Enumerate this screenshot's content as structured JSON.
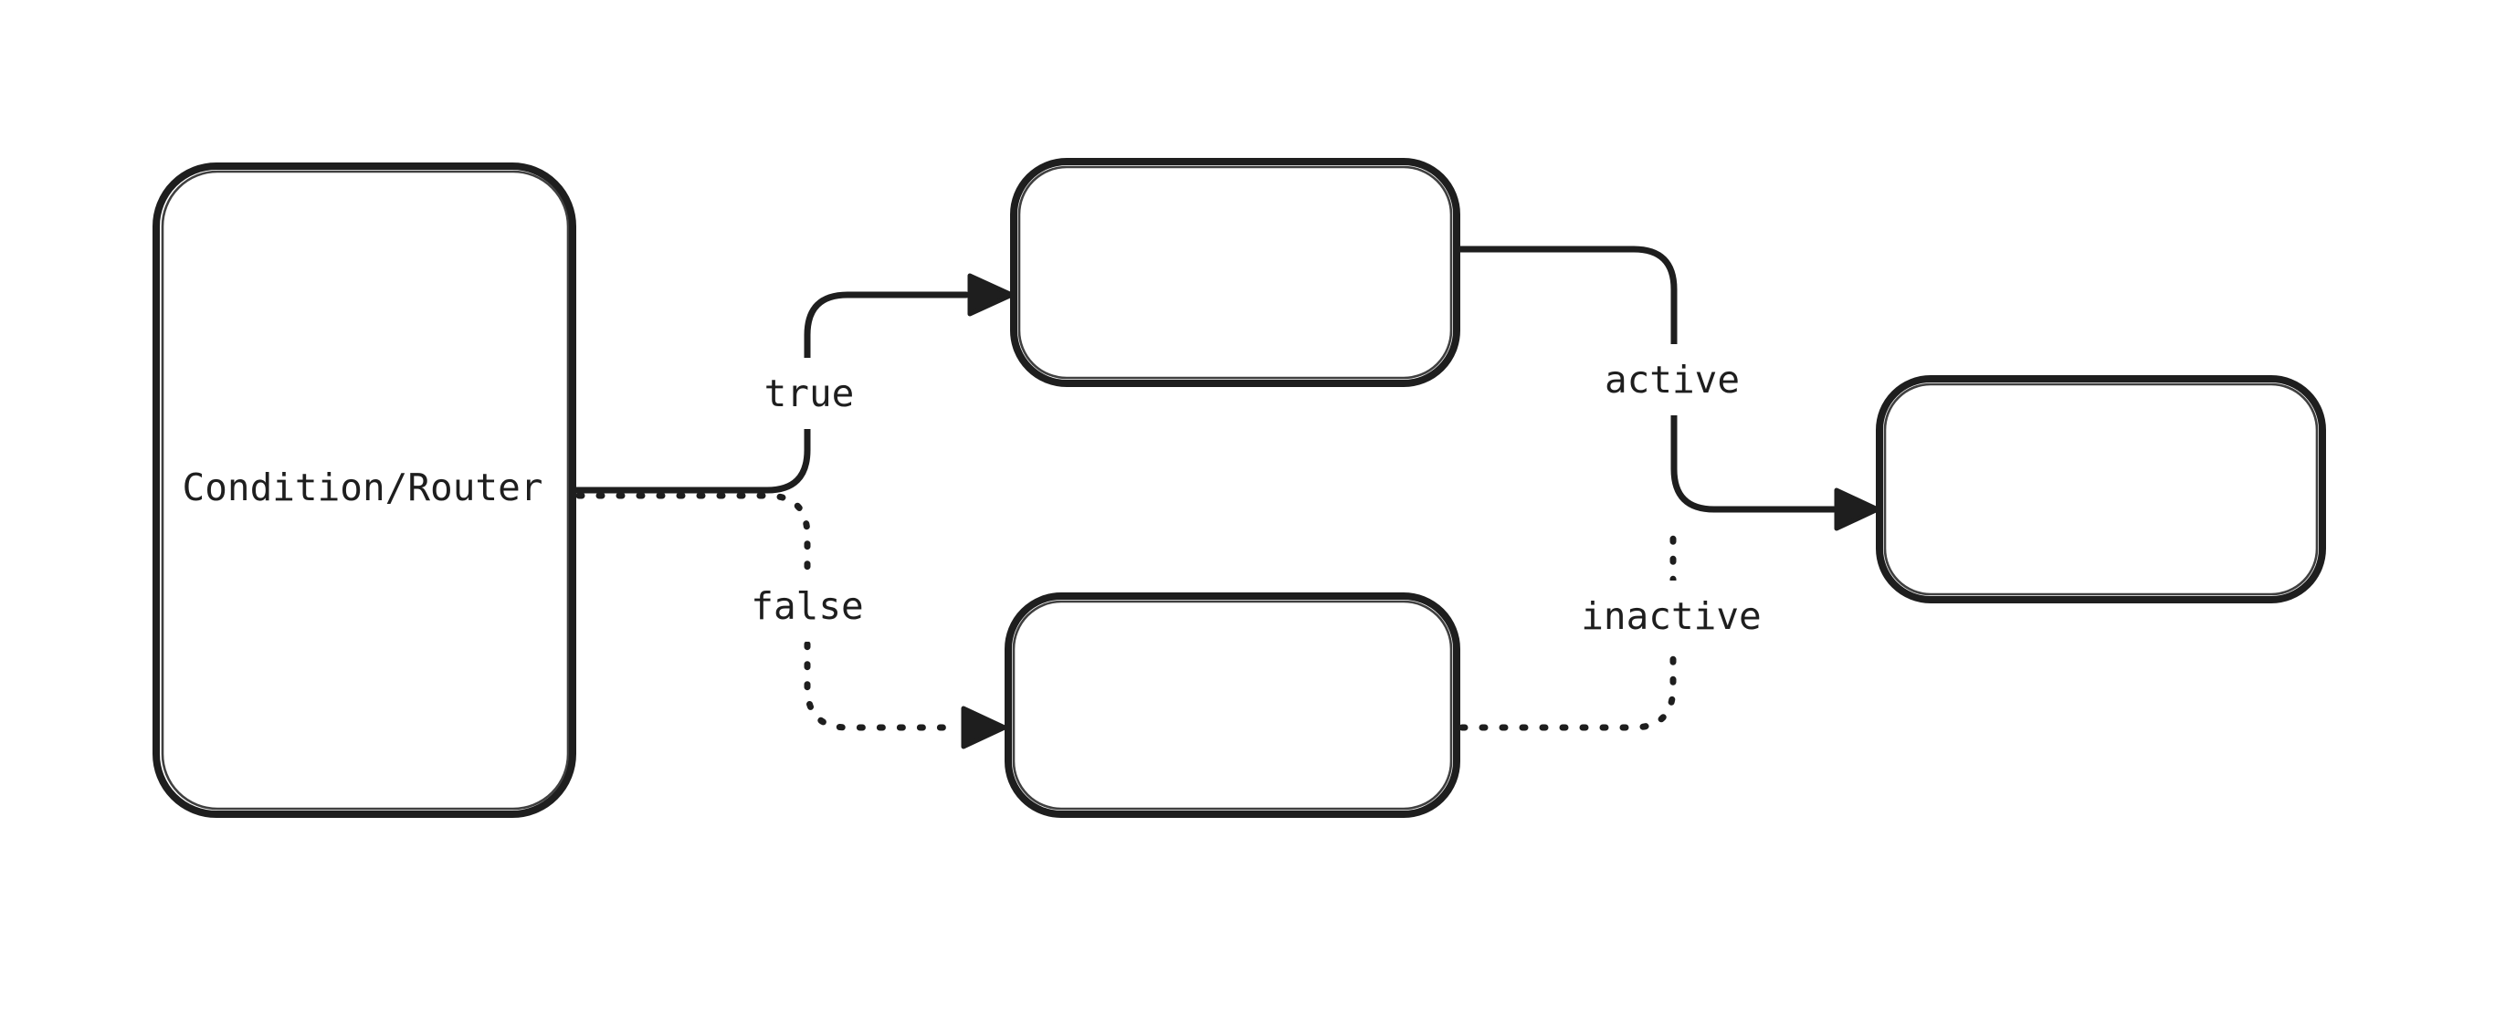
{
  "diagram": {
    "background": "#ffffff",
    "ink": "#1e1e1e",
    "nodes": {
      "condition_router": {
        "label": "Condition/Router"
      },
      "true_target": {
        "label": ""
      },
      "false_target": {
        "label": ""
      },
      "merge_target": {
        "label": ""
      }
    },
    "edges": {
      "true_edge": {
        "label": "true",
        "style": "solid"
      },
      "false_edge": {
        "label": "false",
        "style": "dotted"
      },
      "active_edge": {
        "label": "active",
        "style": "solid"
      },
      "inactive_edge": {
        "label": "inactive",
        "style": "dotted"
      }
    }
  }
}
